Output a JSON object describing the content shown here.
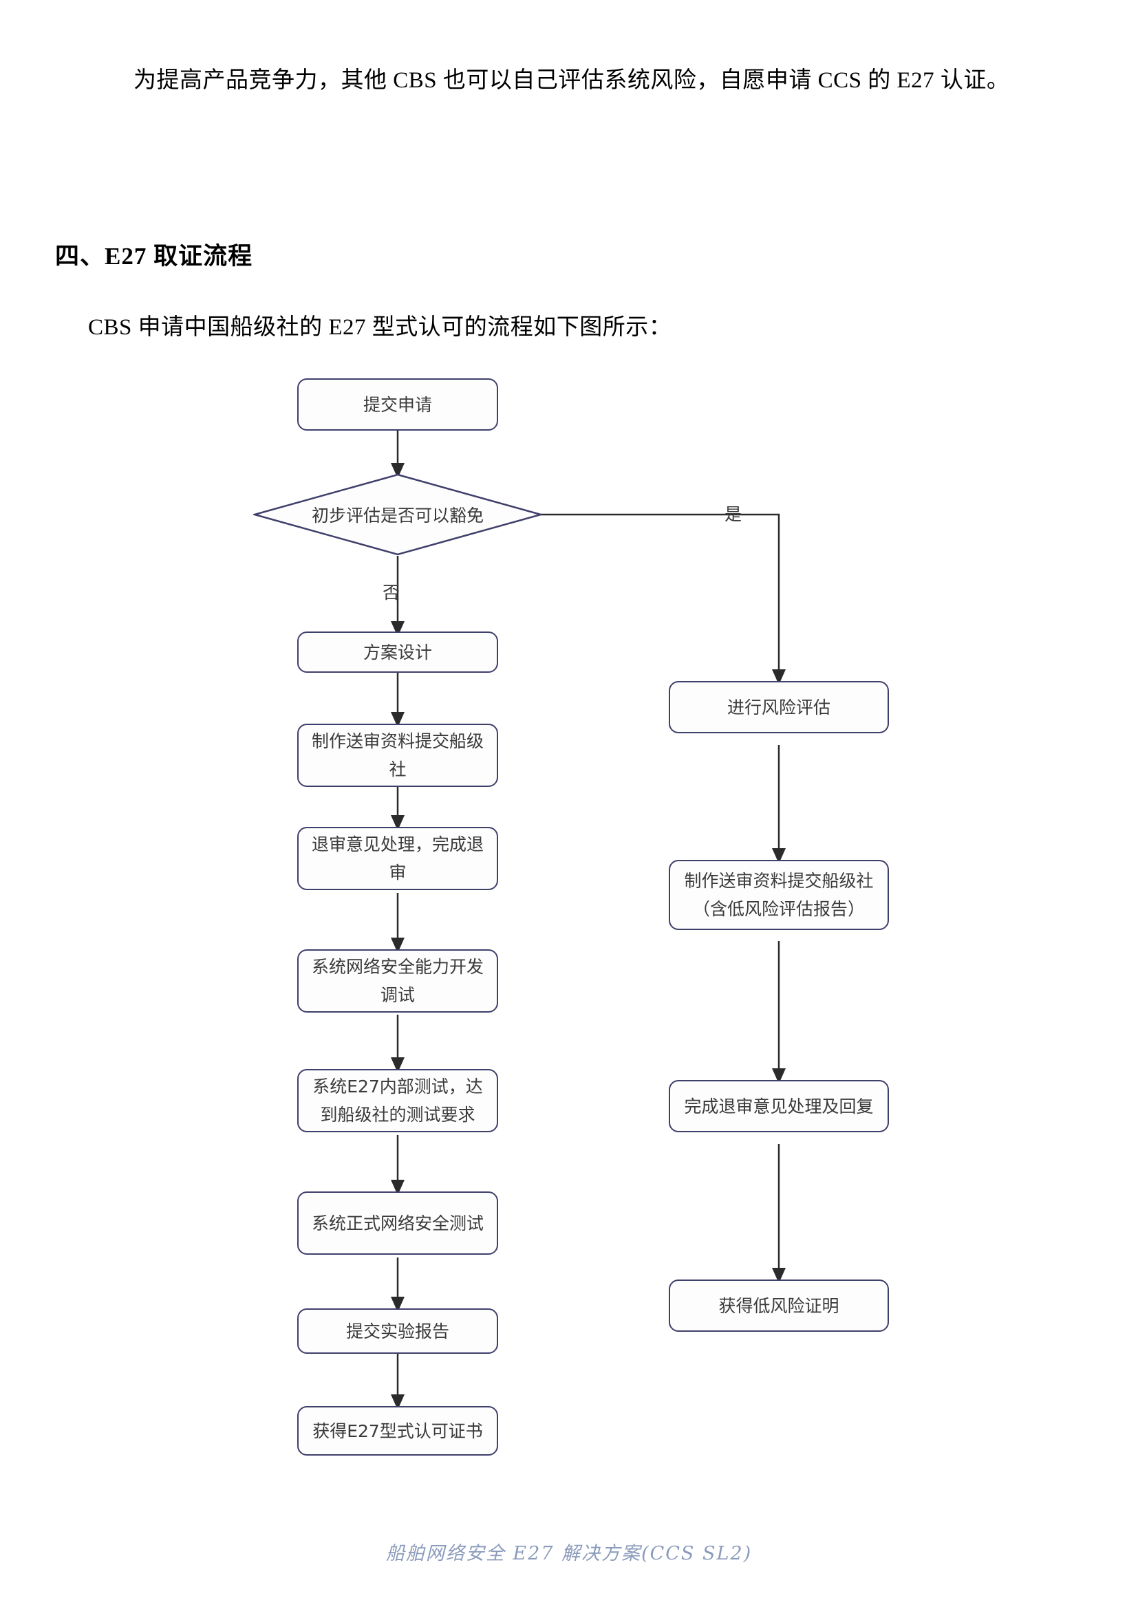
{
  "document": {
    "paragraphs": [
      "为提高产品竞争力，其他 CBS 也可以自己评估系统风险，自愿申请 CCS 的 E27 认证。"
    ],
    "section_heading": "四、E27 取证流程",
    "lead_line": "CBS 申请中国船级社的 E27 型式认可的流程如下图所示：",
    "footer": "船舶网络安全 E27 解决方案(CCS SL2)"
  },
  "colors": {
    "node_border": "#3f3f6b",
    "connector": "#2b2b2b",
    "node_text": "#3a3a3a",
    "footer_text": "#8b9bbb",
    "page_background": "#ffffff"
  },
  "flowchart": {
    "start": {
      "label": "提交申请"
    },
    "decision": {
      "label": "初步评估是否可以豁免"
    },
    "edge_labels": {
      "no": "否",
      "yes": "是"
    },
    "left_branch": [
      {
        "label": "方案设计"
      },
      {
        "label": "制作送审资料提交船级社"
      },
      {
        "label": "退审意见处理，完成退审"
      },
      {
        "label": "系统网络安全能力开发调试"
      },
      {
        "label": "系统E27内部测试，达到船级社的测试要求"
      },
      {
        "label": "系统正式网络安全测试"
      },
      {
        "label": "提交实验报告"
      },
      {
        "label": "获得E27型式认可证书"
      }
    ],
    "right_branch": [
      {
        "label": "进行风险评估"
      },
      {
        "label": "制作送审资料提交船级社（含低风险评估报告）"
      },
      {
        "label": "完成退审意见处理及回复"
      },
      {
        "label": "获得低风险证明"
      }
    ]
  }
}
